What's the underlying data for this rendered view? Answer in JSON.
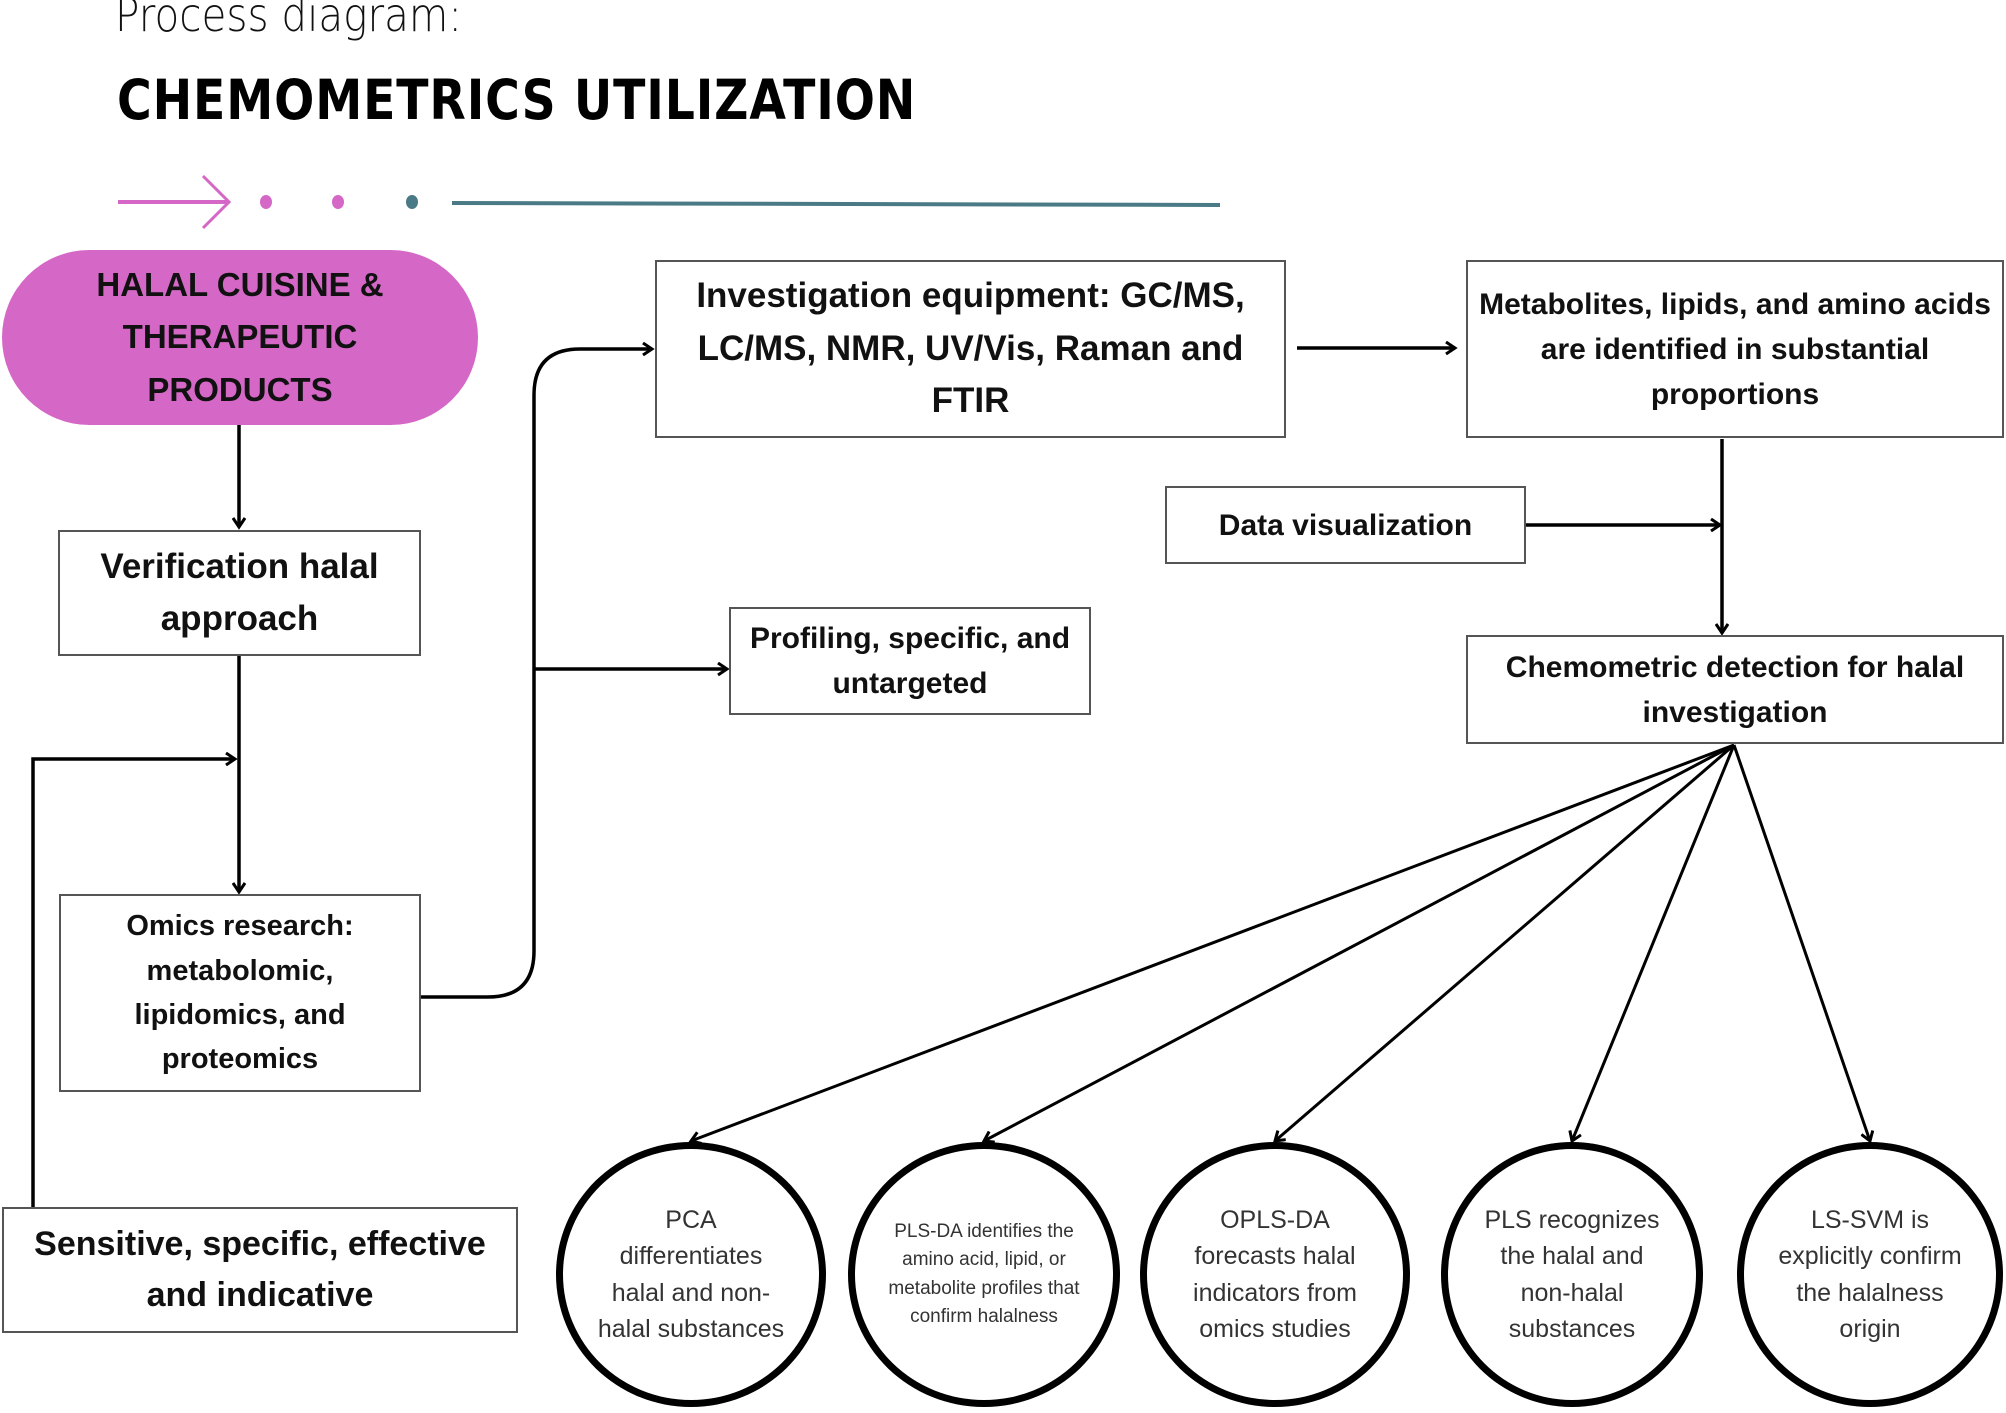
{
  "header": {
    "subtitle": "Process diagram:",
    "title": "CHEMOMETRICS UTILIZATION"
  },
  "colors": {
    "accent_pink": "#d567c7",
    "accent_teal": "#4a7a85",
    "line": "#000000"
  },
  "decor": {
    "arrow_icon": "right-arrow-icon",
    "dots": [
      "pink",
      "pink",
      "teal"
    ]
  },
  "nodes": {
    "start": "HALAL CUISINE & THERAPEUTIC PRODUCTS",
    "verification": "Verification halal approach",
    "omics": "Omics research: metabolomic, lipidomics, and proteomics",
    "sensitive": "Sensitive, specific, effective and indicative",
    "investigation": "Investigation equipment: GC/MS, LC/MS, NMR, UV/Vis, Raman and FTIR",
    "profiling": "Profiling, specific, and untargeted",
    "metabolites": "Metabolites, lipids, and amino acids are identified in substantial proportions",
    "data_visualization": "Data visualization",
    "chemometric": "Chemometric detection for halal investigation"
  },
  "methods": [
    {
      "label": "PCA differentiates halal and non-halal substances"
    },
    {
      "label": "PLS-DA identifies the amino acid, lipid, or metabolite profiles that confirm halalness"
    },
    {
      "label": "OPLS-DA forecasts halal indicators from omics studies"
    },
    {
      "label": "PLS recognizes the halal and non-halal substances"
    },
    {
      "label": "LS-SVM is explicitly confirm the halalness origin"
    }
  ]
}
